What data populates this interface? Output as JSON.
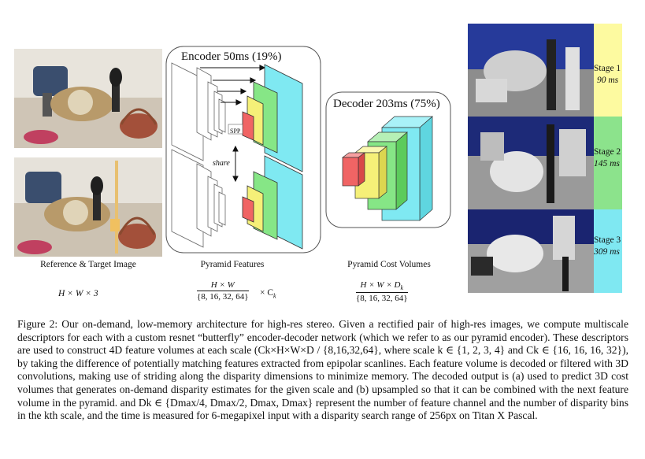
{
  "reference": {
    "label": "Reference & Target Image",
    "dims": "H × W × 3"
  },
  "encoder": {
    "title": "Encoder 50ms (19%)",
    "spp": "SPP",
    "share": "share",
    "label": "Pyramid Features",
    "dims_num": "H × W",
    "dims_den": "{8, 16, 32, 64}",
    "dims_suffix": "× C",
    "dims_suffix_sub": "k"
  },
  "decoder": {
    "title": "Decoder 203ms (75%)",
    "label": "Pyramid Cost Volumes",
    "dims_num": "H × W × D",
    "dims_num_sub": "k",
    "dims_den": "{8, 16, 32, 64}"
  },
  "stages": [
    {
      "name": "Stage 1",
      "time": "90 ms",
      "color": "#fdfaa0"
    },
    {
      "name": "Stage 2",
      "time": "145 ms",
      "color": "#8ce38c"
    },
    {
      "name": "Stage 3",
      "time": "309 ms",
      "color": "#7fe8f2"
    }
  ],
  "colors": {
    "level1": "#f06464",
    "level2": "#f5f078",
    "level3": "#86e686",
    "level4": "#7fe9f2"
  },
  "caption": {
    "text": "Figure 2: Our on-demand, low-memory architecture for high-res stereo. Given a rectified pair of high-res images, we compute multiscale descriptors for each with a custom resnet “butterfly” encoder-decoder network (which we refer to as our pyramid encoder). These descriptors are used to construct 4D feature volumes at each scale (Ck×H×W×D / {8,16,32,64}, where scale k ∈ {1, 2, 3, 4} and Ck ∈ {16, 16, 16, 32}), by taking the difference of potentially matching features extracted from epipolar scanlines. Each feature volume is decoded or filtered with 3D convolutions, making use of striding along the disparity dimensions to minimize memory. The decoded output is (a) used to predict 3D cost volumes that generates on-demand disparity estimates for the given scale and (b) upsampled so that it can be combined with the next feature volume in the pyramid. and Dk ∈ {Dmax/4, Dmax/2, Dmax, Dmax} represent the number of feature channel and the number of disparity bins in the kth scale, and the time is measured for 6-megapixel input with a disparity search range of 256px on Titan X Pascal."
  }
}
